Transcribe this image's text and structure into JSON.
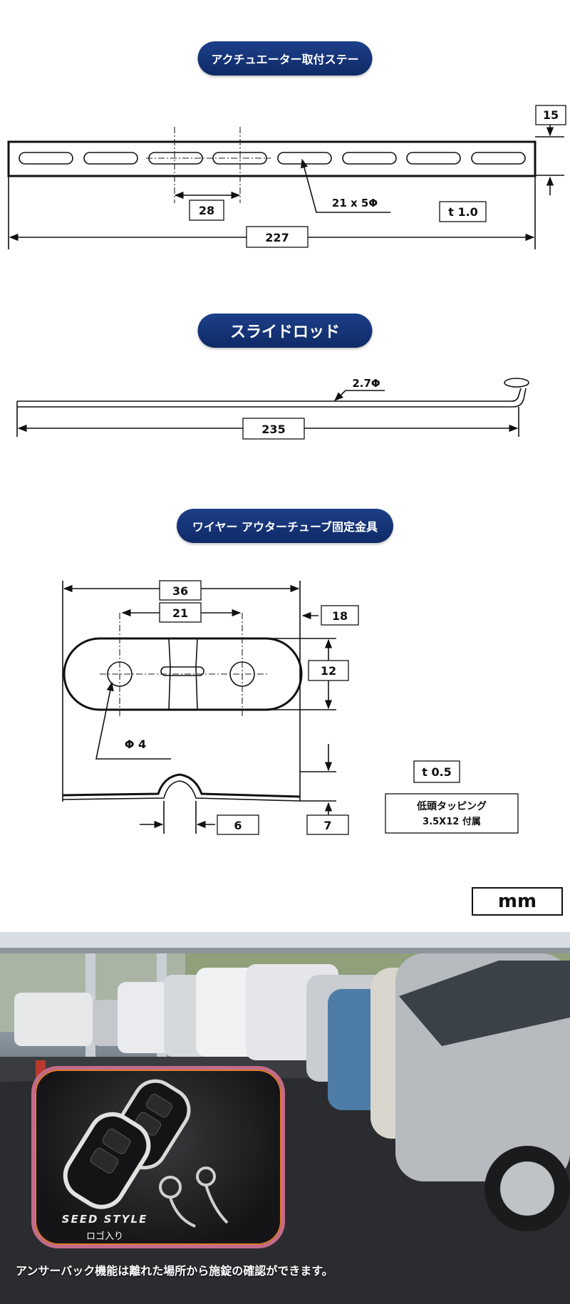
{
  "sections": {
    "stay": {
      "title": "アクチュエーター取付ステー",
      "dims": {
        "width": "15",
        "pitch": "28",
        "slot": "21 x 5Φ",
        "thickness": "t 1.0",
        "length": "227"
      }
    },
    "rod": {
      "title": "スライドロッド",
      "dims": {
        "diameter": "2.7Φ",
        "length": "235"
      }
    },
    "bracket": {
      "title": "ワイヤー アウターチューブ固定金具",
      "dims": {
        "overall": "36",
        "pitch": "21",
        "width": "18",
        "height": "12",
        "hole": "Φ 4",
        "thickness": "t  0.5",
        "bend_width": "6",
        "bend_height": "7"
      },
      "note_line1": "低頭タッピング",
      "note_line2": "3.5X12  付属"
    }
  },
  "unit_label": "mm",
  "photo": {
    "logo": "SEED STYLE",
    "logo_caption": "ロゴ入り",
    "caption": "アンサーバック機能は離れた場所から施錠の確認ができます。"
  },
  "colors": {
    "pill": "#1a3b85",
    "panel_border": "#c46b8a"
  }
}
